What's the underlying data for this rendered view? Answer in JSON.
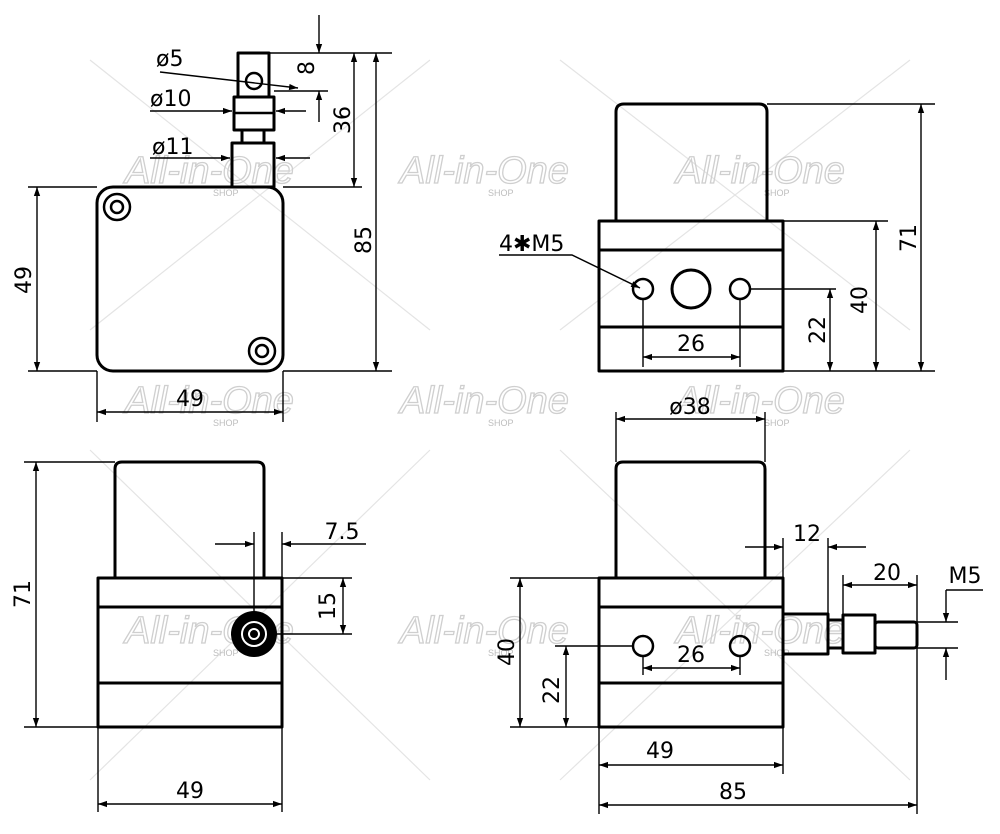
{
  "watermark": {
    "brand": "All-in-One",
    "sub": "SHOP"
  },
  "views": {
    "top_left": {
      "d_hole": "ø5",
      "d_shaft": "ø10",
      "d_boss": "ø11",
      "pin_len": "8",
      "boss_len": "36",
      "total_height": "85",
      "body_height": "49",
      "body_width": "49"
    },
    "top_right": {
      "threads": "4✱M5",
      "total_height": "71",
      "base_height": "40",
      "hole_height": "22",
      "hole_spacing": "26"
    },
    "bottom_left": {
      "total_height": "71",
      "offset": "7.5",
      "hole_height": "15",
      "width": "49"
    },
    "bottom_right": {
      "diameter": "ø38",
      "protrusion": "12",
      "pin_len": "20",
      "thread": "M5",
      "base_height": "40",
      "hole_height": "22",
      "hole_spacing": "26",
      "body_width": "49",
      "total_width": "85"
    }
  }
}
